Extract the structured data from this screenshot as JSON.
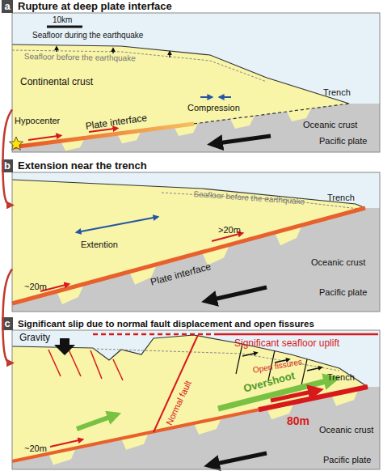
{
  "diagram": {
    "nodes": [
      {
        "text": [
          "a",
          "Rupture at deep plate interface"
        ]
      },
      {
        "text": [
          "b",
          "Extension near the trench"
        ]
      },
      {
        "text": [
          "c",
          "Significant slip due to normal fault displacement and open fissures"
        ]
      }
    ],
    "edges": [
      {
        "from": 0,
        "to": 1,
        "arrow": "to"
      },
      {
        "from": 1,
        "to": 2,
        "arrow": "to"
      }
    ],
    "labels": [
      "10km",
      "Seafloor during the earthquake",
      "Seafloor before the earthquake",
      "Trench",
      "Continental crust",
      "Compression",
      "Hypocenter",
      "Plate interface",
      "Oceanic crust",
      "Pacific plate",
      "Seafloor before the earthquake",
      "Trench",
      "Extention",
      ">20m",
      "~20m",
      "Plate interface",
      "Oceanic crust",
      "Pacific plate",
      "Gravity",
      "Significant seafloor uplift",
      "Open fissures",
      "Trench",
      "Overshoot",
      "Normal fault",
      "80m",
      "~20m",
      "Oceanic crust",
      "Pacific plate"
    ]
  }
}
